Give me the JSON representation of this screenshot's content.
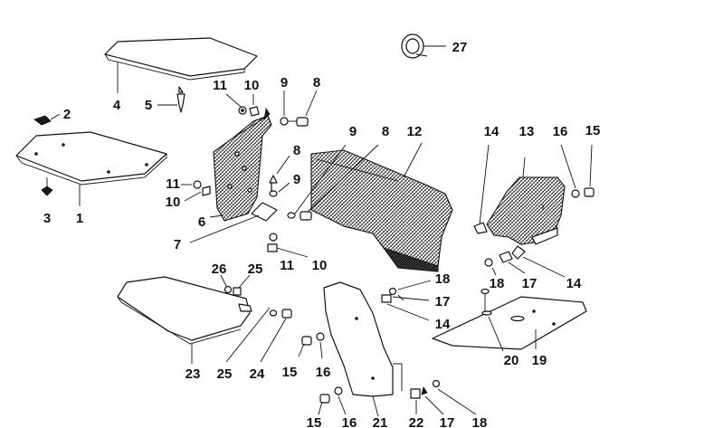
{
  "callouts": [
    {
      "id": "c27",
      "text": "27"
    },
    {
      "id": "c4",
      "text": "4"
    },
    {
      "id": "c5",
      "text": "5"
    },
    {
      "id": "c11a",
      "text": "11"
    },
    {
      "id": "c10a",
      "text": "10"
    },
    {
      "id": "c9a",
      "text": "9"
    },
    {
      "id": "c8a",
      "text": "8"
    },
    {
      "id": "c2",
      "text": "2"
    },
    {
      "id": "c3",
      "text": "3"
    },
    {
      "id": "c1",
      "text": "1"
    },
    {
      "id": "c11b",
      "text": "11"
    },
    {
      "id": "c10b",
      "text": "10"
    },
    {
      "id": "c6",
      "text": "6"
    },
    {
      "id": "c8b",
      "text": "8"
    },
    {
      "id": "c9b",
      "text": "9"
    },
    {
      "id": "c7",
      "text": "7"
    },
    {
      "id": "c11c",
      "text": "11"
    },
    {
      "id": "c10c",
      "text": "10"
    },
    {
      "id": "c9c",
      "text": "9"
    },
    {
      "id": "c8c",
      "text": "8"
    },
    {
      "id": "c12",
      "text": "12"
    },
    {
      "id": "c14a",
      "text": "14"
    },
    {
      "id": "c13",
      "text": "13"
    },
    {
      "id": "c16a",
      "text": "16"
    },
    {
      "id": "c15a",
      "text": "15"
    },
    {
      "id": "c18a",
      "text": "18"
    },
    {
      "id": "c17a",
      "text": "17"
    },
    {
      "id": "c14b",
      "text": "14"
    },
    {
      "id": "c26",
      "text": "26"
    },
    {
      "id": "c25a",
      "text": "25"
    },
    {
      "id": "c23",
      "text": "23"
    },
    {
      "id": "c25b",
      "text": "25"
    },
    {
      "id": "c24",
      "text": "24"
    },
    {
      "id": "c18b",
      "text": "18"
    },
    {
      "id": "c17b",
      "text": "17"
    },
    {
      "id": "c14c",
      "text": "14"
    },
    {
      "id": "c15b",
      "text": "15"
    },
    {
      "id": "c16b",
      "text": "16"
    },
    {
      "id": "c20",
      "text": "20"
    },
    {
      "id": "c19",
      "text": "19"
    },
    {
      "id": "c15c",
      "text": "15"
    },
    {
      "id": "c16c",
      "text": "16"
    },
    {
      "id": "c21",
      "text": "21"
    },
    {
      "id": "c22",
      "text": "22"
    },
    {
      "id": "c17c",
      "text": "17"
    },
    {
      "id": "c18c",
      "text": "18"
    }
  ]
}
